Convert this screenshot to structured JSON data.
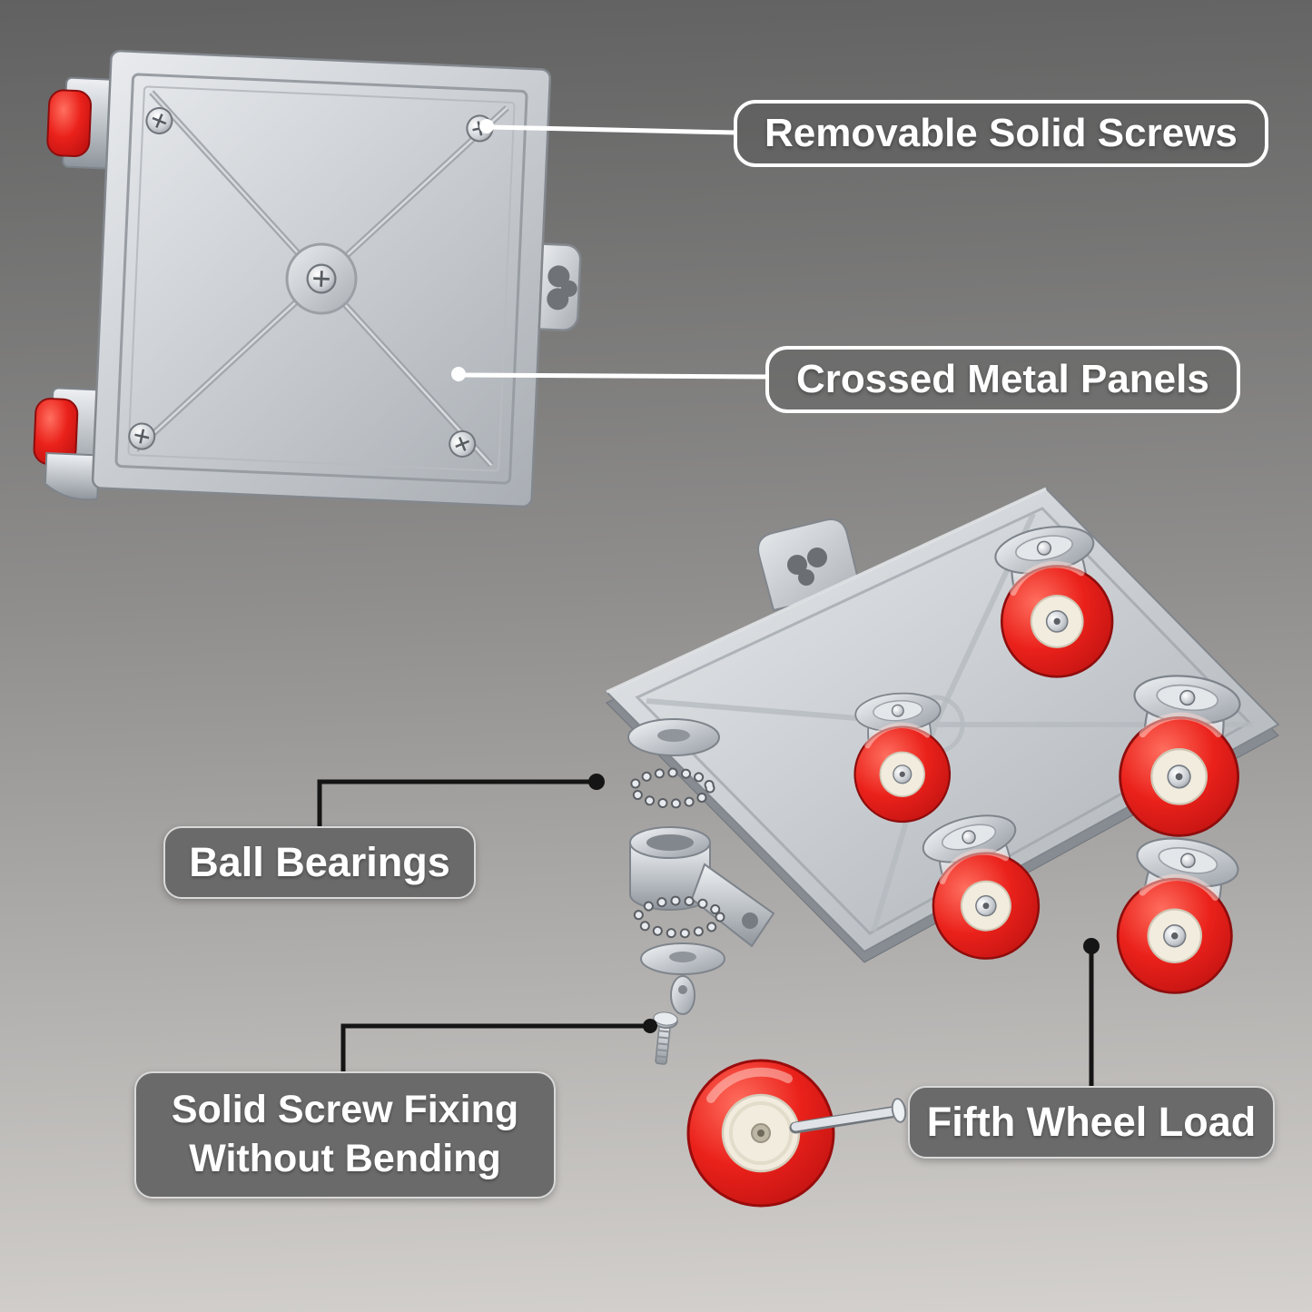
{
  "colors": {
    "bg_top": "#616161",
    "bg_bottom": "#d4d1ce",
    "accent_red": "#e8211c",
    "metal_silver": "#c6cace",
    "label_dark_bg": "#6a6a6a",
    "label_text": "#ffffff"
  },
  "callouts": {
    "removable_screws": {
      "label": "Removable Solid Screws"
    },
    "crossed_panels": {
      "label": "Crossed Metal Panels"
    },
    "ball_bearings": {
      "label": "Ball Bearings"
    },
    "solid_screw_fixing": {
      "line1": "Solid Screw Fixing",
      "line2": "Without Bending"
    },
    "fifth_wheel_load": {
      "label": "Fifth Wheel Load"
    }
  }
}
